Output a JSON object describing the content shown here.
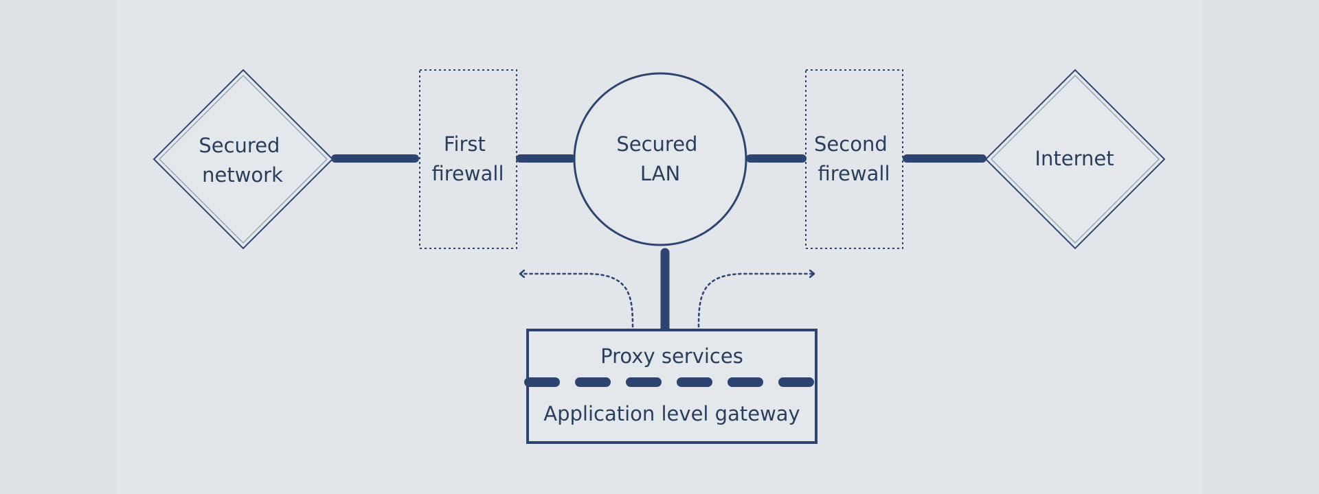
{
  "diagram": {
    "nodes": {
      "secured_network": [
        "Secured",
        "network"
      ],
      "first_firewall": [
        "First",
        "firewall"
      ],
      "secured_lan": [
        "Secured",
        "LAN"
      ],
      "second_firewall": [
        "Second",
        "firewall"
      ],
      "internet": [
        "Internet"
      ],
      "proxy_services": "Proxy services",
      "application_gateway": "Application level gateway"
    }
  },
  "colors": {
    "stroke": "#2e4470",
    "text": "#2a3e5c",
    "background": "#dde2e6",
    "panel": "#e2e6ea"
  }
}
